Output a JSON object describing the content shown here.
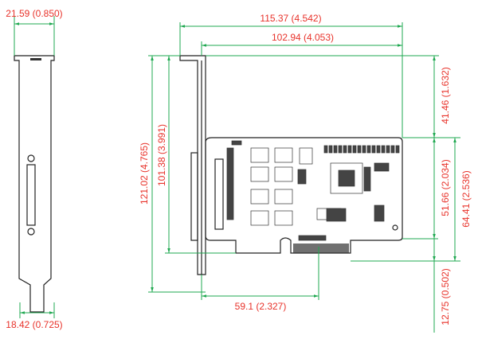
{
  "colors": {
    "dimension_text": "#e8322a",
    "dimension_line": "#1fa850",
    "outline": "#222222"
  },
  "side_view": {
    "width_top": "21.59 (0.850)",
    "width_bottom": "18.42 (0.725)"
  },
  "front_view": {
    "overall_length": "115.37 (4.542)",
    "board_length": "102.94 (4.053)",
    "overall_height": "121.02 (4.765)",
    "bracket_to_board_bottom": "101.38 (3.991)",
    "connector_offset": "59.1 (2.327)",
    "top_clearance": "41.46 (1.632)",
    "board_height": "51.66 (2.034)",
    "board_height_with_edge": "64.41 (2.536)",
    "edge_connector_depth": "12.75 (0.502)"
  }
}
